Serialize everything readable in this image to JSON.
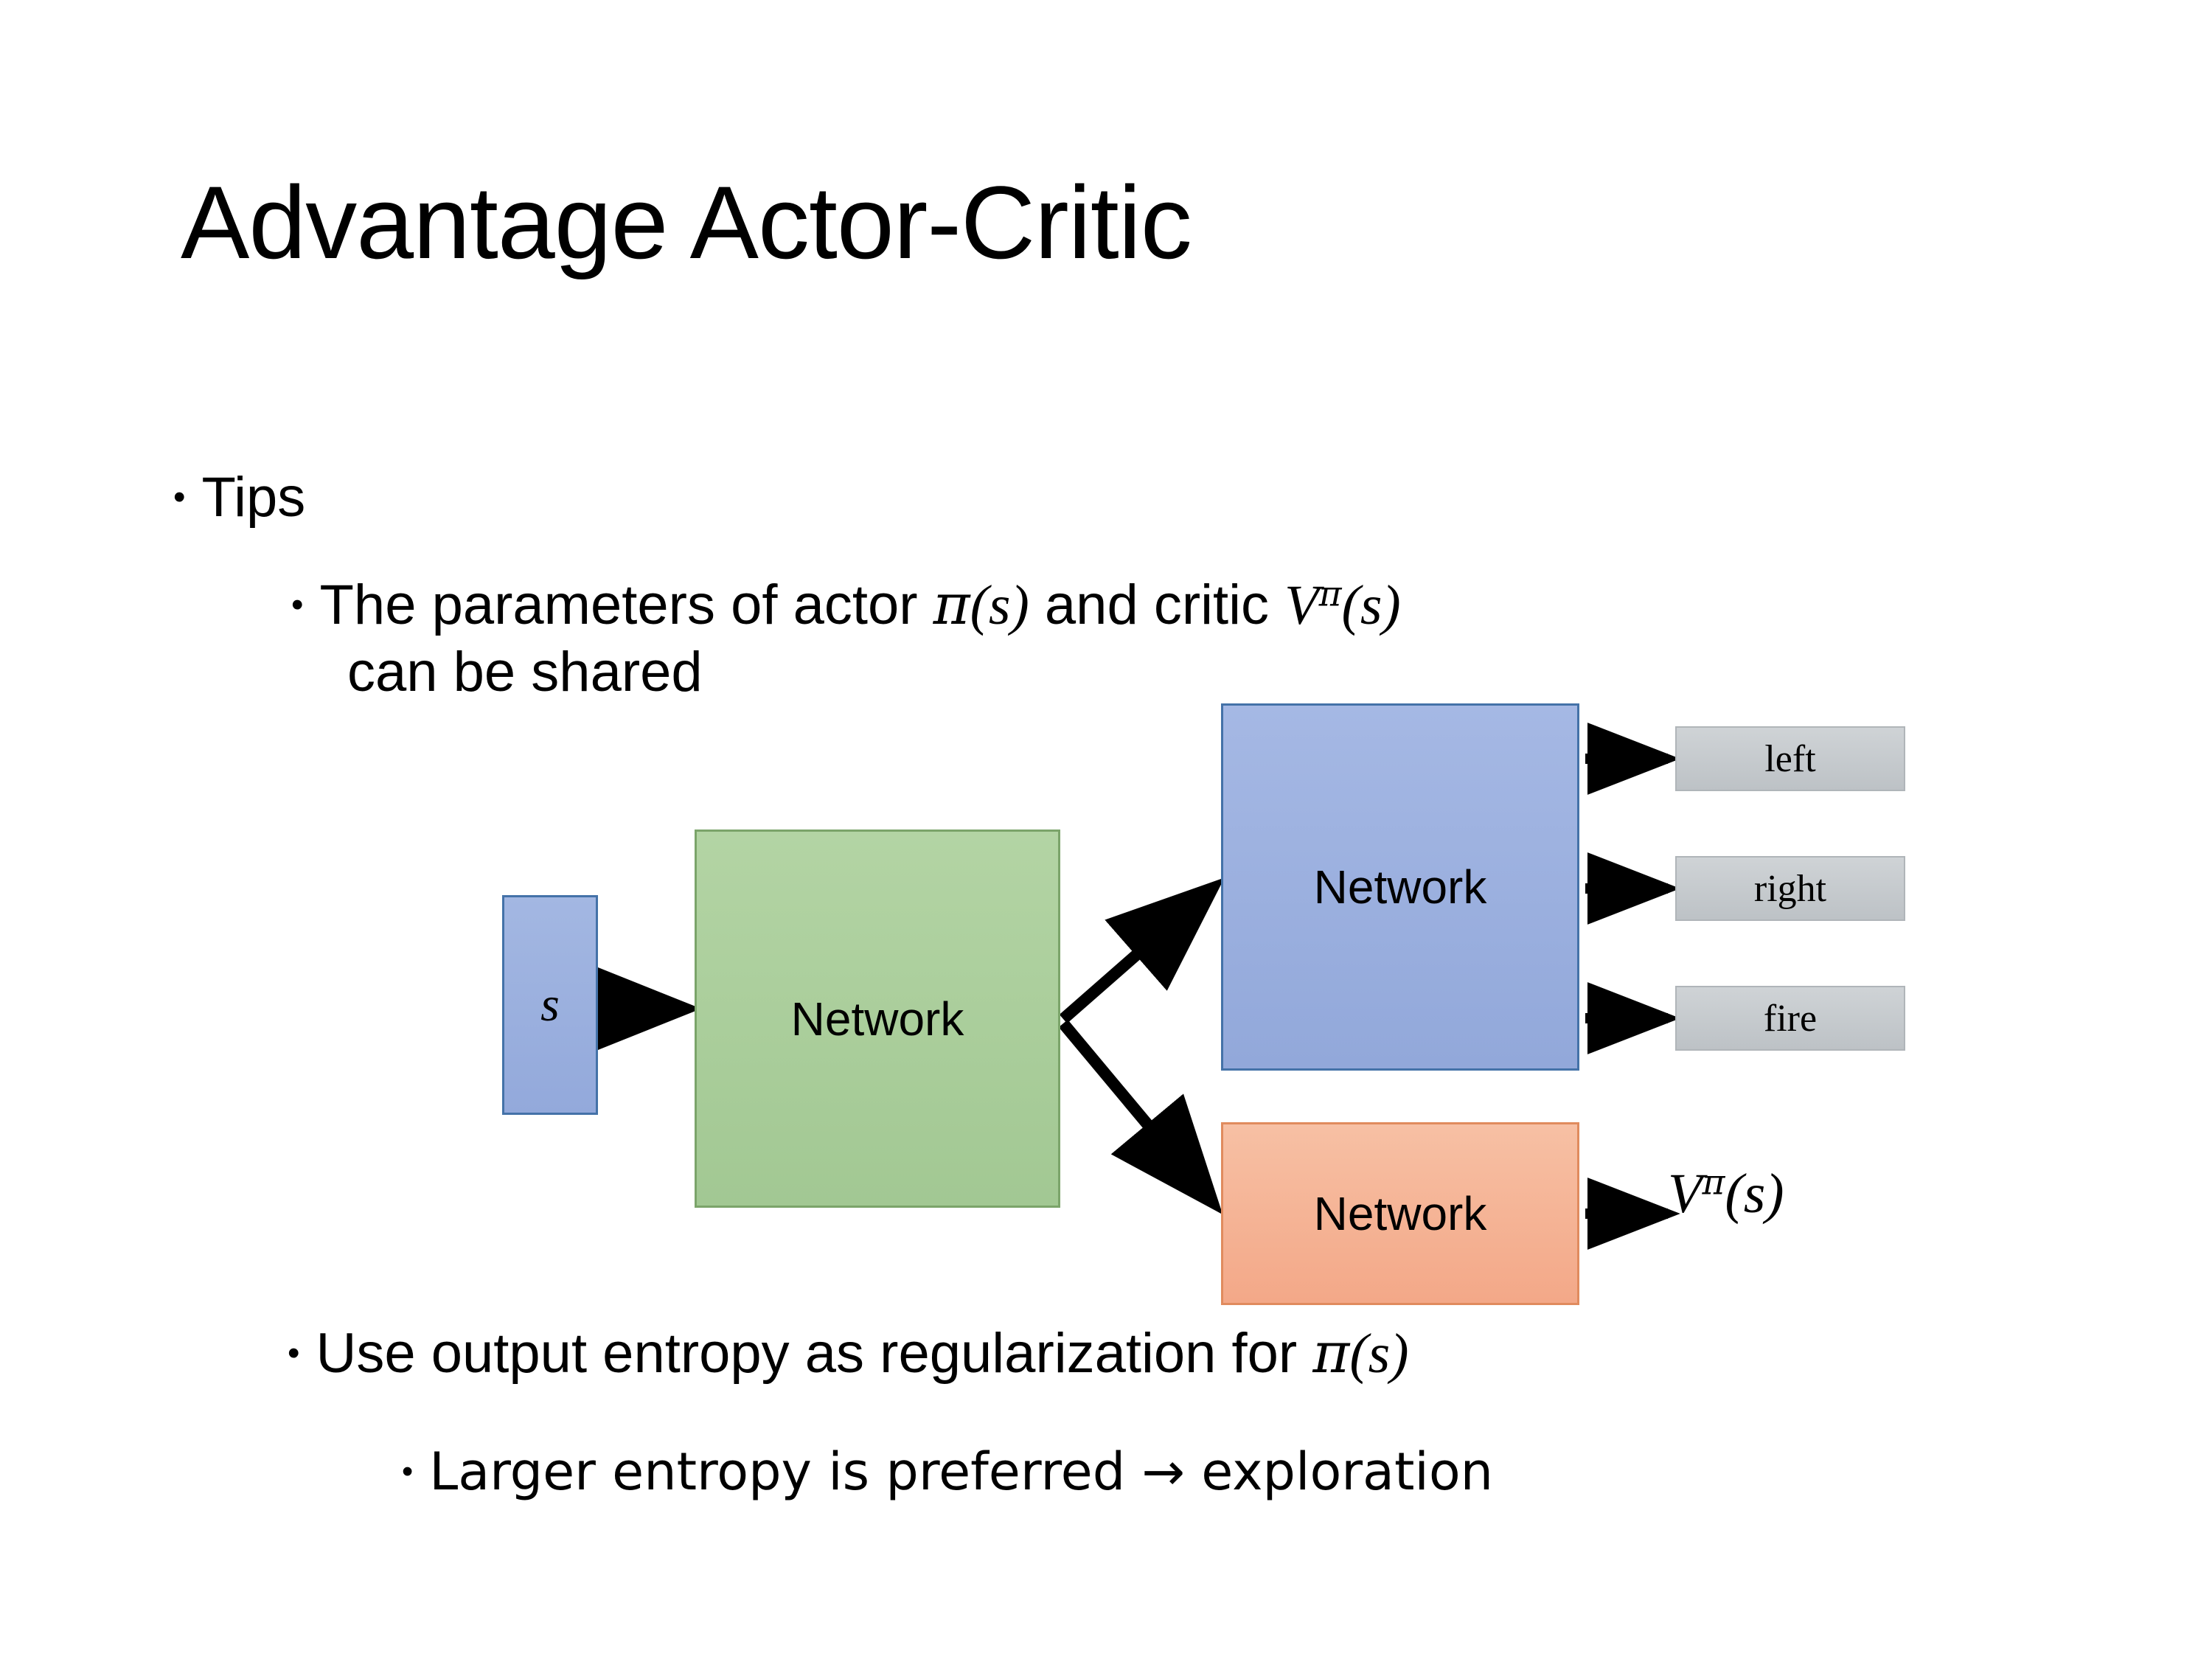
{
  "slide": {
    "title": "Advantage Actor-Critic",
    "bullets": {
      "tips": "Tips",
      "params_pre": "The parameters of actor ",
      "params_pi": "π",
      "params_pi_arg": "(s)",
      "params_mid": "  and critic ",
      "params_v": "V",
      "params_v_sup": "π",
      "params_v_arg": "(s)",
      "params_cont": "can be shared",
      "entropy_pre": "Use output entropy as regularization for ",
      "entropy_pi": "π",
      "entropy_pi_arg": "(s)",
      "larger": "Larger entropy is preferred → exploration"
    },
    "bullet_marker": "•"
  },
  "diagram": {
    "input_label": "s",
    "shared_network_label": "Network",
    "actor_network_label": "Network",
    "critic_network_label": "Network",
    "actions": [
      {
        "label": "left"
      },
      {
        "label": "right"
      },
      {
        "label": "fire"
      }
    ],
    "critic_output": {
      "symbol": "V",
      "superscript": "π",
      "argument": "(s)"
    },
    "colors": {
      "input_fill": "#9BB0DE",
      "input_border": "#4472A8",
      "shared_fill": "#A9CF9A",
      "shared_border": "#7BA46A",
      "actor_fill": "#9BB0DE",
      "actor_border": "#4472A8",
      "critic_fill": "#F5B393",
      "critic_border": "#E08B5E",
      "action_chip_fill": "#C6CBCE",
      "action_chip_border": "#B0B5B9",
      "arrow": "#000000",
      "background": "#FFFFFF",
      "text": "#000000"
    }
  }
}
